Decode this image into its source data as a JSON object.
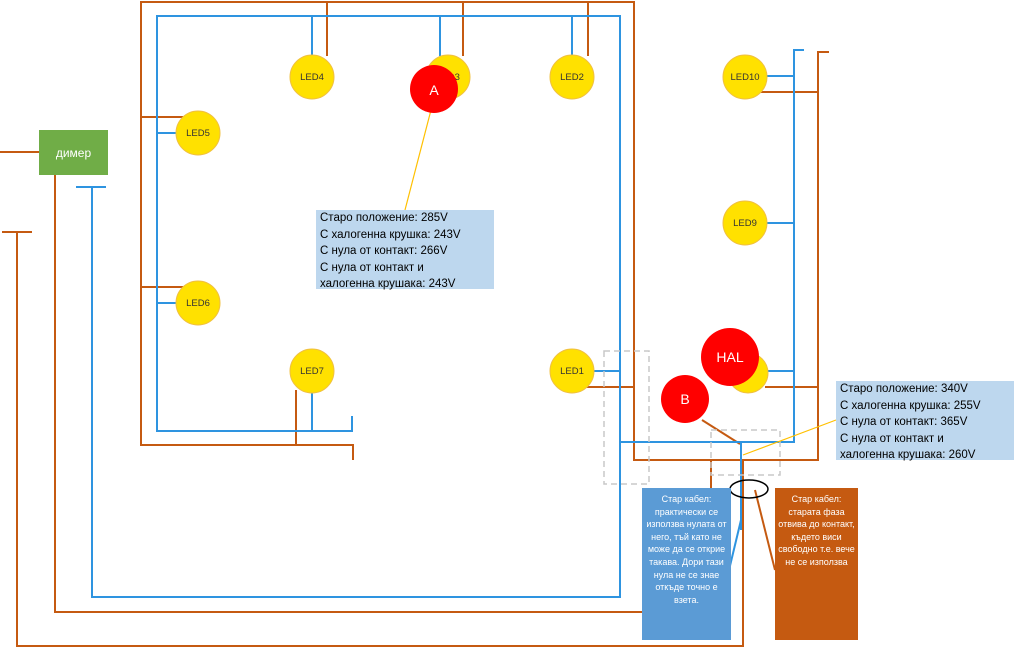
{
  "colors": {
    "blue_wire": "#2e94e0",
    "orange_wire": "#c55a11",
    "led_fill": "#ffe100",
    "led_stroke": "#f0c040",
    "marker_red": "#ff0000",
    "info_bg": "#bdd7ee",
    "dimmer_bg": "#70ad47",
    "note_blue": "#5b9bd5",
    "note_orange": "#c55a11",
    "callout_line": "#ffc000"
  },
  "dimmer": {
    "label": "димер"
  },
  "leds": [
    {
      "id": "led4",
      "label": "LED4"
    },
    {
      "id": "led3",
      "label": "LED3"
    },
    {
      "id": "led2",
      "label": "LED2"
    },
    {
      "id": "led5",
      "label": "LED5"
    },
    {
      "id": "led6",
      "label": "LED6"
    },
    {
      "id": "led7",
      "label": "LED7"
    },
    {
      "id": "led1",
      "label": "LED1"
    },
    {
      "id": "led10",
      "label": "LED10"
    },
    {
      "id": "led9",
      "label": "LED9"
    },
    {
      "id": "led8",
      "label": ""
    }
  ],
  "markers": {
    "a": "A",
    "b": "B",
    "hal": "HAL"
  },
  "info_a": {
    "lines": [
      "Старо положение: 285V",
      "С халогенна крушка: 243V",
      "С нула от контакт: 266V",
      "С нула от контакт и",
      "халогенна крушака: 243V"
    ]
  },
  "info_b": {
    "lines": [
      "Старо положение: 340V",
      "С халогенна крушка: 255V",
      "С нула от контакт: 365V",
      "С нула от контакт и",
      "халогенна крушака: 260V"
    ]
  },
  "notes": {
    "blue": "Стар кабел: практически се използва нулата от него, тъй като не може да се открие такава. Дори тази нула не се знае откъде точно е взета.",
    "orange": "Стар кабел: старата фаза отвива до контакт, където виси свободно т.е. вече не се използва"
  }
}
